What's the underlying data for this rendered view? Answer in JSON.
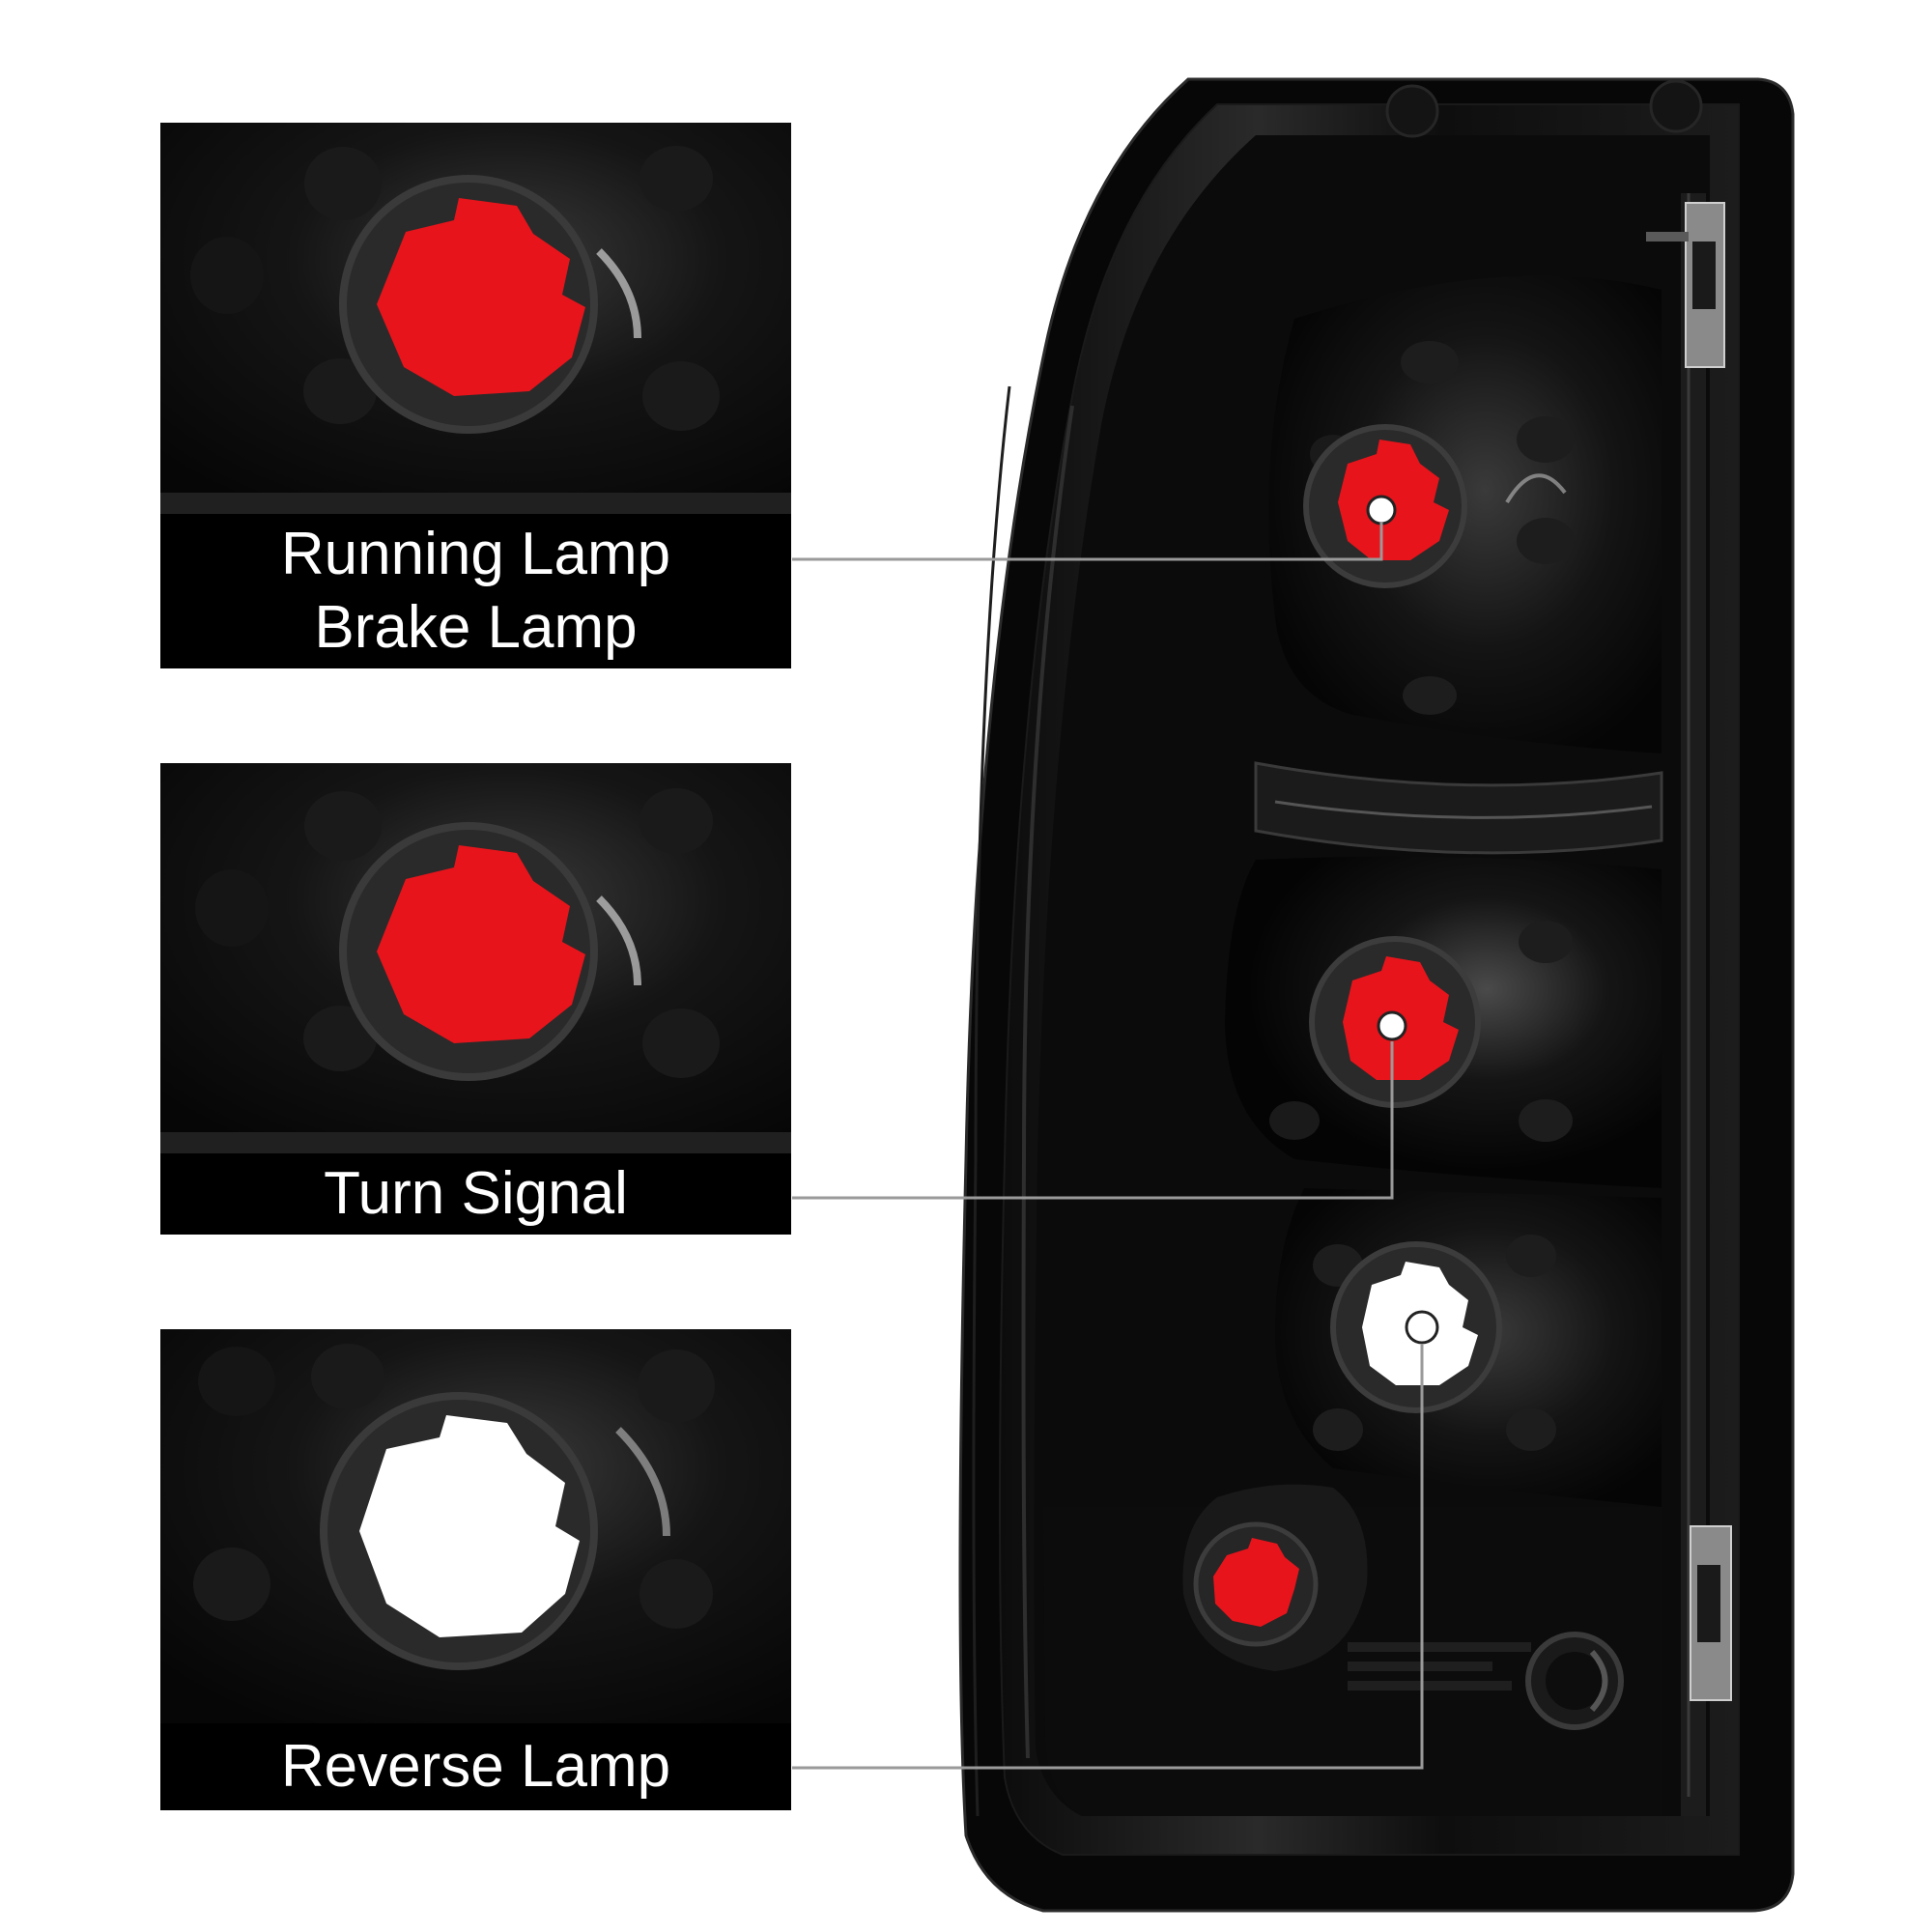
{
  "callouts": {
    "running_brake": {
      "line1": "Running Lamp",
      "line2": "Brake Lamp",
      "lens_color": "#e8141b"
    },
    "turn_signal": {
      "label": "Turn Signal",
      "lens_color": "#e8141b"
    },
    "reverse": {
      "label": "Reverse Lamp",
      "lens_color": "#ffffff"
    }
  },
  "colors": {
    "housing": "#0a0a0a",
    "caption_bg": "#000000",
    "caption_text": "#ffffff",
    "leader_line": "#9a9a9a",
    "marker_red": "#e8141b"
  }
}
